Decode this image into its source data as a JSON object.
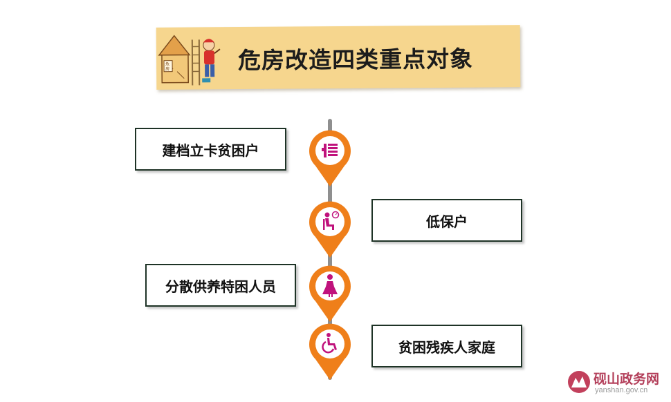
{
  "title": "危房改造四类重点对象",
  "items": [
    {
      "label": "建档立卡贫困户",
      "icon": "document-list-icon"
    },
    {
      "label": "低保户",
      "icon": "seated-person-icon"
    },
    {
      "label": "分散供养特困人员",
      "icon": "elderly-woman-icon"
    },
    {
      "label": "贫困残疾人家庭",
      "icon": "wheelchair-icon"
    }
  ],
  "banner_art": {
    "sign_text": "危房",
    "icon": "house-repair-illustration"
  },
  "watermark": {
    "name": "砚山政务网",
    "url": "yanshan.gov.cn"
  },
  "colors": {
    "banner": "#f6d68e",
    "pin": "#ef7f1a",
    "icon": "#c0127c",
    "box_border": "#1e3326",
    "line": "#8f8f8f"
  }
}
